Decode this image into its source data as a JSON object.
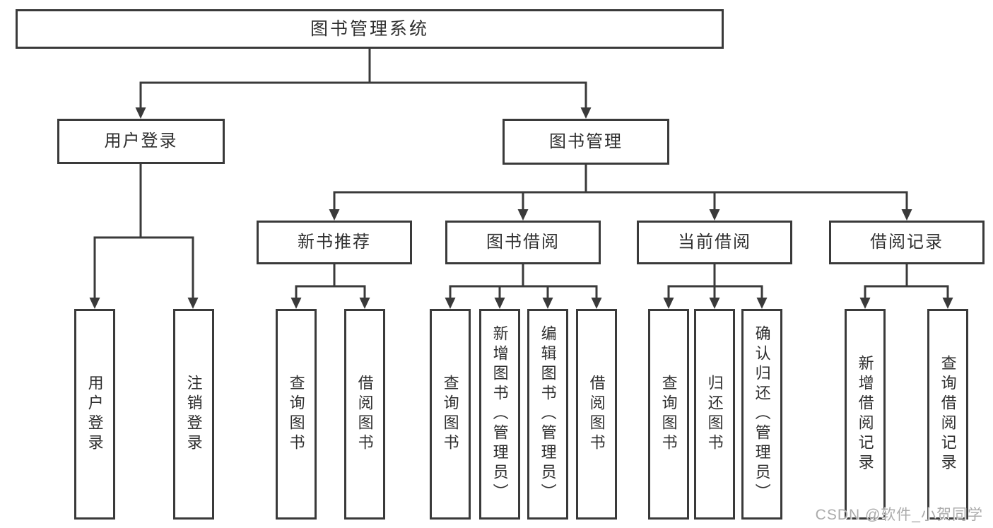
{
  "colors": {
    "line": "#3a3a3a",
    "text": "#2f2f2f",
    "watermark": "#ababab",
    "background": "#ffffff"
  },
  "watermark": {
    "text": "CSDN @软件_小贺同学"
  },
  "diagram": {
    "type": "tree",
    "title": "图书管理系统",
    "branches": [
      {
        "label": "用户登录",
        "children": [
          {
            "label": "用户登录"
          },
          {
            "label": "注销登录"
          }
        ]
      },
      {
        "label": "图书管理",
        "children": [
          {
            "label": "新书推荐",
            "children": [
              {
                "label": "查询图书"
              },
              {
                "label": "借阅图书"
              }
            ]
          },
          {
            "label": "图书借阅",
            "children": [
              {
                "label": "查询图书"
              },
              {
                "label": "新增图书（管理员）"
              },
              {
                "label": "编辑图书（管理员）"
              },
              {
                "label": "借阅图书"
              }
            ]
          },
          {
            "label": "当前借阅",
            "children": [
              {
                "label": "查询图书"
              },
              {
                "label": "归还图书"
              },
              {
                "label": "确认归还（管理员）"
              }
            ]
          },
          {
            "label": "借阅记录",
            "children": [
              {
                "label": "新增借阅记录"
              },
              {
                "label": "查询借阅记录"
              }
            ]
          }
        ]
      }
    ]
  }
}
